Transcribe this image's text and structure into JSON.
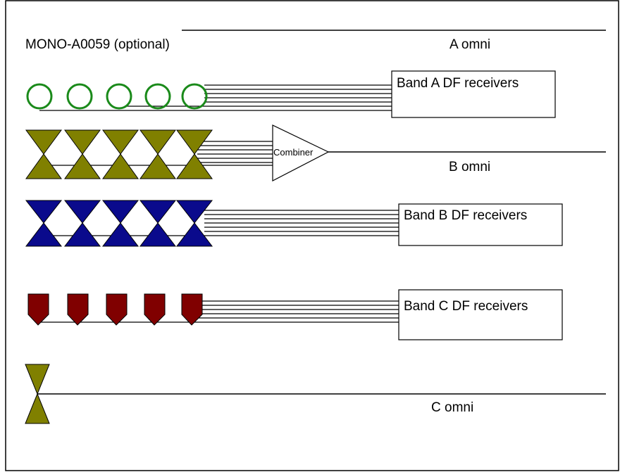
{
  "title": "MONO-A0059 (optional)",
  "labels": {
    "a_omni": "A omni",
    "b_omni": "B omni",
    "c_omni": "C omni",
    "combiner": "Combiner",
    "band_a": "Band A DF receivers",
    "band_b": "Band B DF receivers",
    "band_c": "Band C DF receivers"
  },
  "colors": {
    "band_a_ring": "#1a8a1a",
    "olive": "#808000",
    "navy": "#0a0a8c",
    "maroon": "#800000"
  },
  "icons": {
    "band_a": "ring-antenna",
    "band_b_lower": "bowtie-antenna",
    "band_b_upper": "bowtie-antenna",
    "band_c": "pentagon-antenna",
    "c_omni": "bowtie-antenna"
  }
}
